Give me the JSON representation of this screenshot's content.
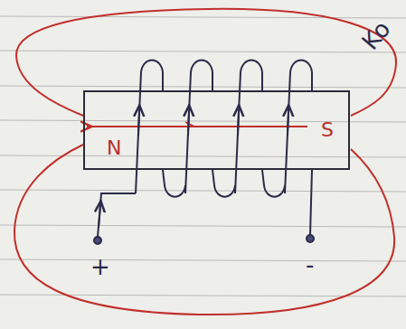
{
  "diagram": {
    "nodes": [
      {
        "text": [
          "N",
          "S"
        ]
      }
    ],
    "labels": [
      "+",
      "-",
      "Ko"
    ]
  }
}
